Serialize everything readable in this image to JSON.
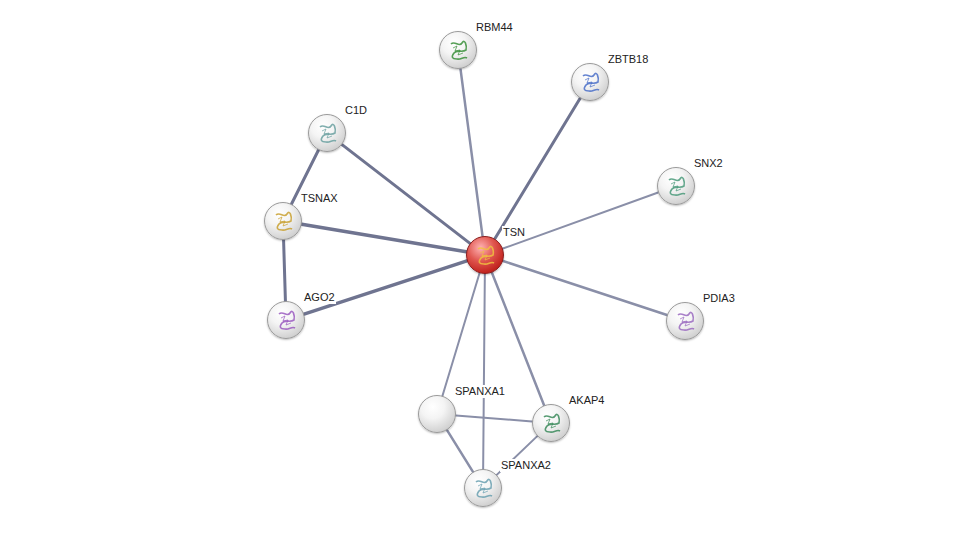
{
  "diagram": {
    "nodes": [
      {
        "text": [
          "RBM44"
        ]
      },
      {
        "text": [
          "ZBTB18"
        ]
      },
      {
        "text": [
          "C1D"
        ]
      },
      {
        "text": [
          "SNX2"
        ]
      },
      {
        "text": [
          "TSNAX"
        ]
      },
      {
        "text": [
          "TSN"
        ]
      },
      {
        "text": [
          "AGO2"
        ]
      },
      {
        "text": [
          "PDIA3"
        ]
      },
      {
        "text": [
          "SPANXA1"
        ]
      },
      {
        "text": [
          "AKAP4"
        ]
      },
      {
        "text": [
          "SPANXA2"
        ]
      }
    ],
    "edges": [
      {
        "from": 5,
        "to": 0,
        "arrow": "none"
      },
      {
        "from": 5,
        "to": 1,
        "arrow": "none"
      },
      {
        "from": 5,
        "to": 2,
        "arrow": "none"
      },
      {
        "from": 5,
        "to": 3,
        "arrow": "none"
      },
      {
        "from": 5,
        "to": 4,
        "arrow": "none"
      },
      {
        "from": 5,
        "to": 6,
        "arrow": "none"
      },
      {
        "from": 5,
        "to": 7,
        "arrow": "none"
      },
      {
        "from": 5,
        "to": 8,
        "arrow": "none"
      },
      {
        "from": 5,
        "to": 9,
        "arrow": "none"
      },
      {
        "from": 5,
        "to": 10,
        "arrow": "none"
      },
      {
        "from": 2,
        "to": 4,
        "arrow": "none"
      },
      {
        "from": 4,
        "to": 6,
        "arrow": "none"
      },
      {
        "from": 8,
        "to": 9,
        "arrow": "none"
      },
      {
        "from": 8,
        "to": 10,
        "arrow": "none"
      },
      {
        "from": 9,
        "to": 10,
        "arrow": "none"
      }
    ]
  }
}
